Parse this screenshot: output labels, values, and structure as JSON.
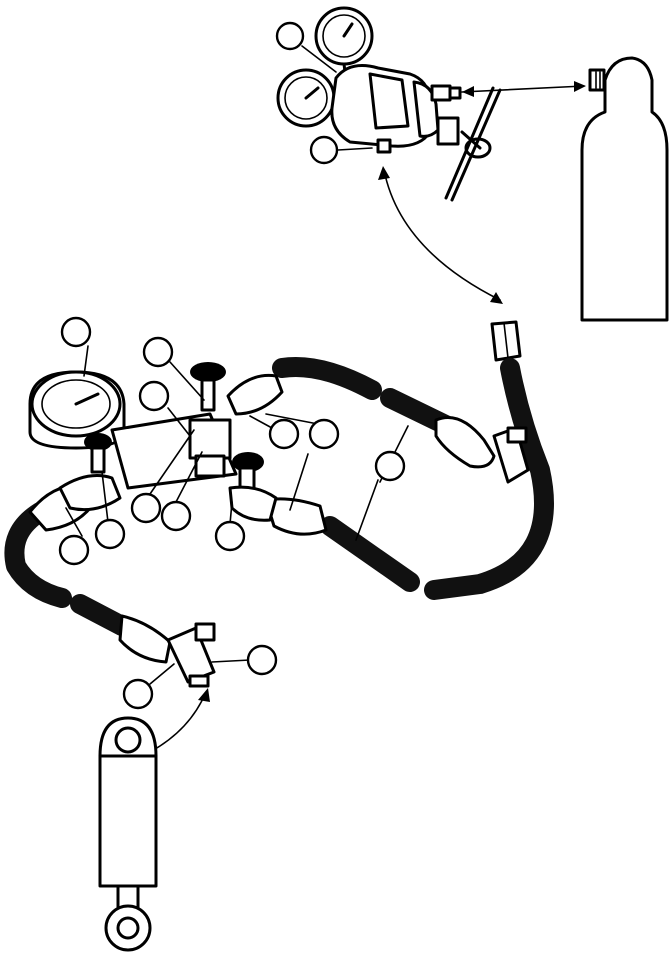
{
  "diagram": {
    "components": [
      {
        "name": "nitrogen-cylinder",
        "label": ""
      },
      {
        "name": "pressure-regulator",
        "label": ""
      },
      {
        "name": "charging-manifold",
        "label": ""
      },
      {
        "name": "pressure-gauge",
        "label": ""
      },
      {
        "name": "hose-regulator-to-manifold",
        "label": ""
      },
      {
        "name": "hose-manifold-to-accumulator",
        "label": ""
      },
      {
        "name": "accumulator-cylinder",
        "label": ""
      }
    ],
    "callouts": [
      {
        "id": "callout-regulator-gauge",
        "label": ""
      },
      {
        "id": "callout-regulator-fitting",
        "label": ""
      },
      {
        "id": "callout-manifold-gauge",
        "label": ""
      },
      {
        "id": "callout-manifold-valve",
        "label": ""
      },
      {
        "id": "callout-manifold-tee",
        "label": ""
      },
      {
        "id": "callout-manifold-port-right",
        "label": ""
      },
      {
        "id": "callout-manifold-nut-right",
        "label": ""
      },
      {
        "id": "callout-hose-right",
        "label": ""
      },
      {
        "id": "callout-manifold-body-1",
        "label": ""
      },
      {
        "id": "callout-manifold-body-2",
        "label": ""
      },
      {
        "id": "callout-manifold-body-3",
        "label": ""
      },
      {
        "id": "callout-left-valve",
        "label": ""
      },
      {
        "id": "callout-left-fitting",
        "label": ""
      },
      {
        "id": "callout-accumulator-valve",
        "label": ""
      },
      {
        "id": "callout-accumulator-fitting",
        "label": ""
      }
    ]
  }
}
